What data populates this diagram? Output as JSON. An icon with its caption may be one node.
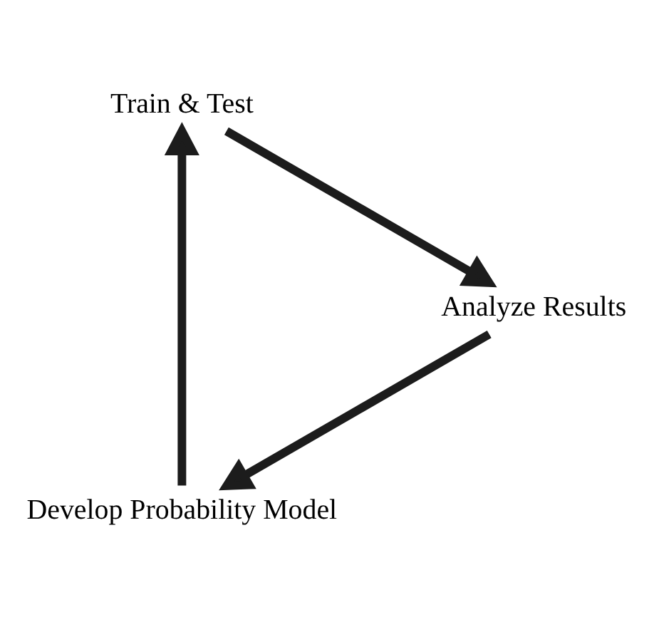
{
  "diagram": {
    "nodes": [
      {
        "text": [
          "Develop Probability Model"
        ]
      },
      {
        "text": [
          "Train & Test"
        ]
      },
      {
        "text": [
          "Analyze Results"
        ]
      }
    ],
    "edges": [
      {
        "from": 2,
        "to": 0,
        "arrow": "to"
      },
      {
        "from": 0,
        "to": 1,
        "arrow": "to"
      },
      {
        "from": 1,
        "to": 2,
        "arrow": "to"
      }
    ]
  }
}
